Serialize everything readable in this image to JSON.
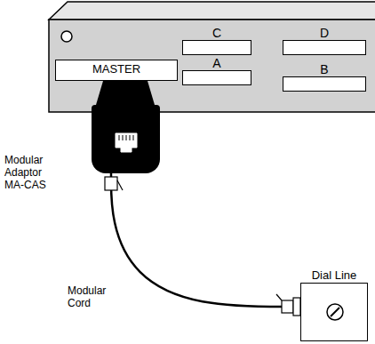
{
  "diagram": {
    "nodes": [
      {
        "text": [
          "C"
        ]
      },
      {
        "text": [
          "D"
        ]
      },
      {
        "text": [
          "MASTER"
        ]
      },
      {
        "text": [
          "A"
        ]
      },
      {
        "text": [
          "B"
        ]
      },
      {
        "text": [
          "Modular Adaptor MA-CAS"
        ]
      },
      {
        "text": [
          "Dial Line"
        ]
      }
    ],
    "edges": [
      {
        "from": 5,
        "to": 6,
        "arrow": "none",
        "label": "Modular Cord"
      }
    ]
  }
}
